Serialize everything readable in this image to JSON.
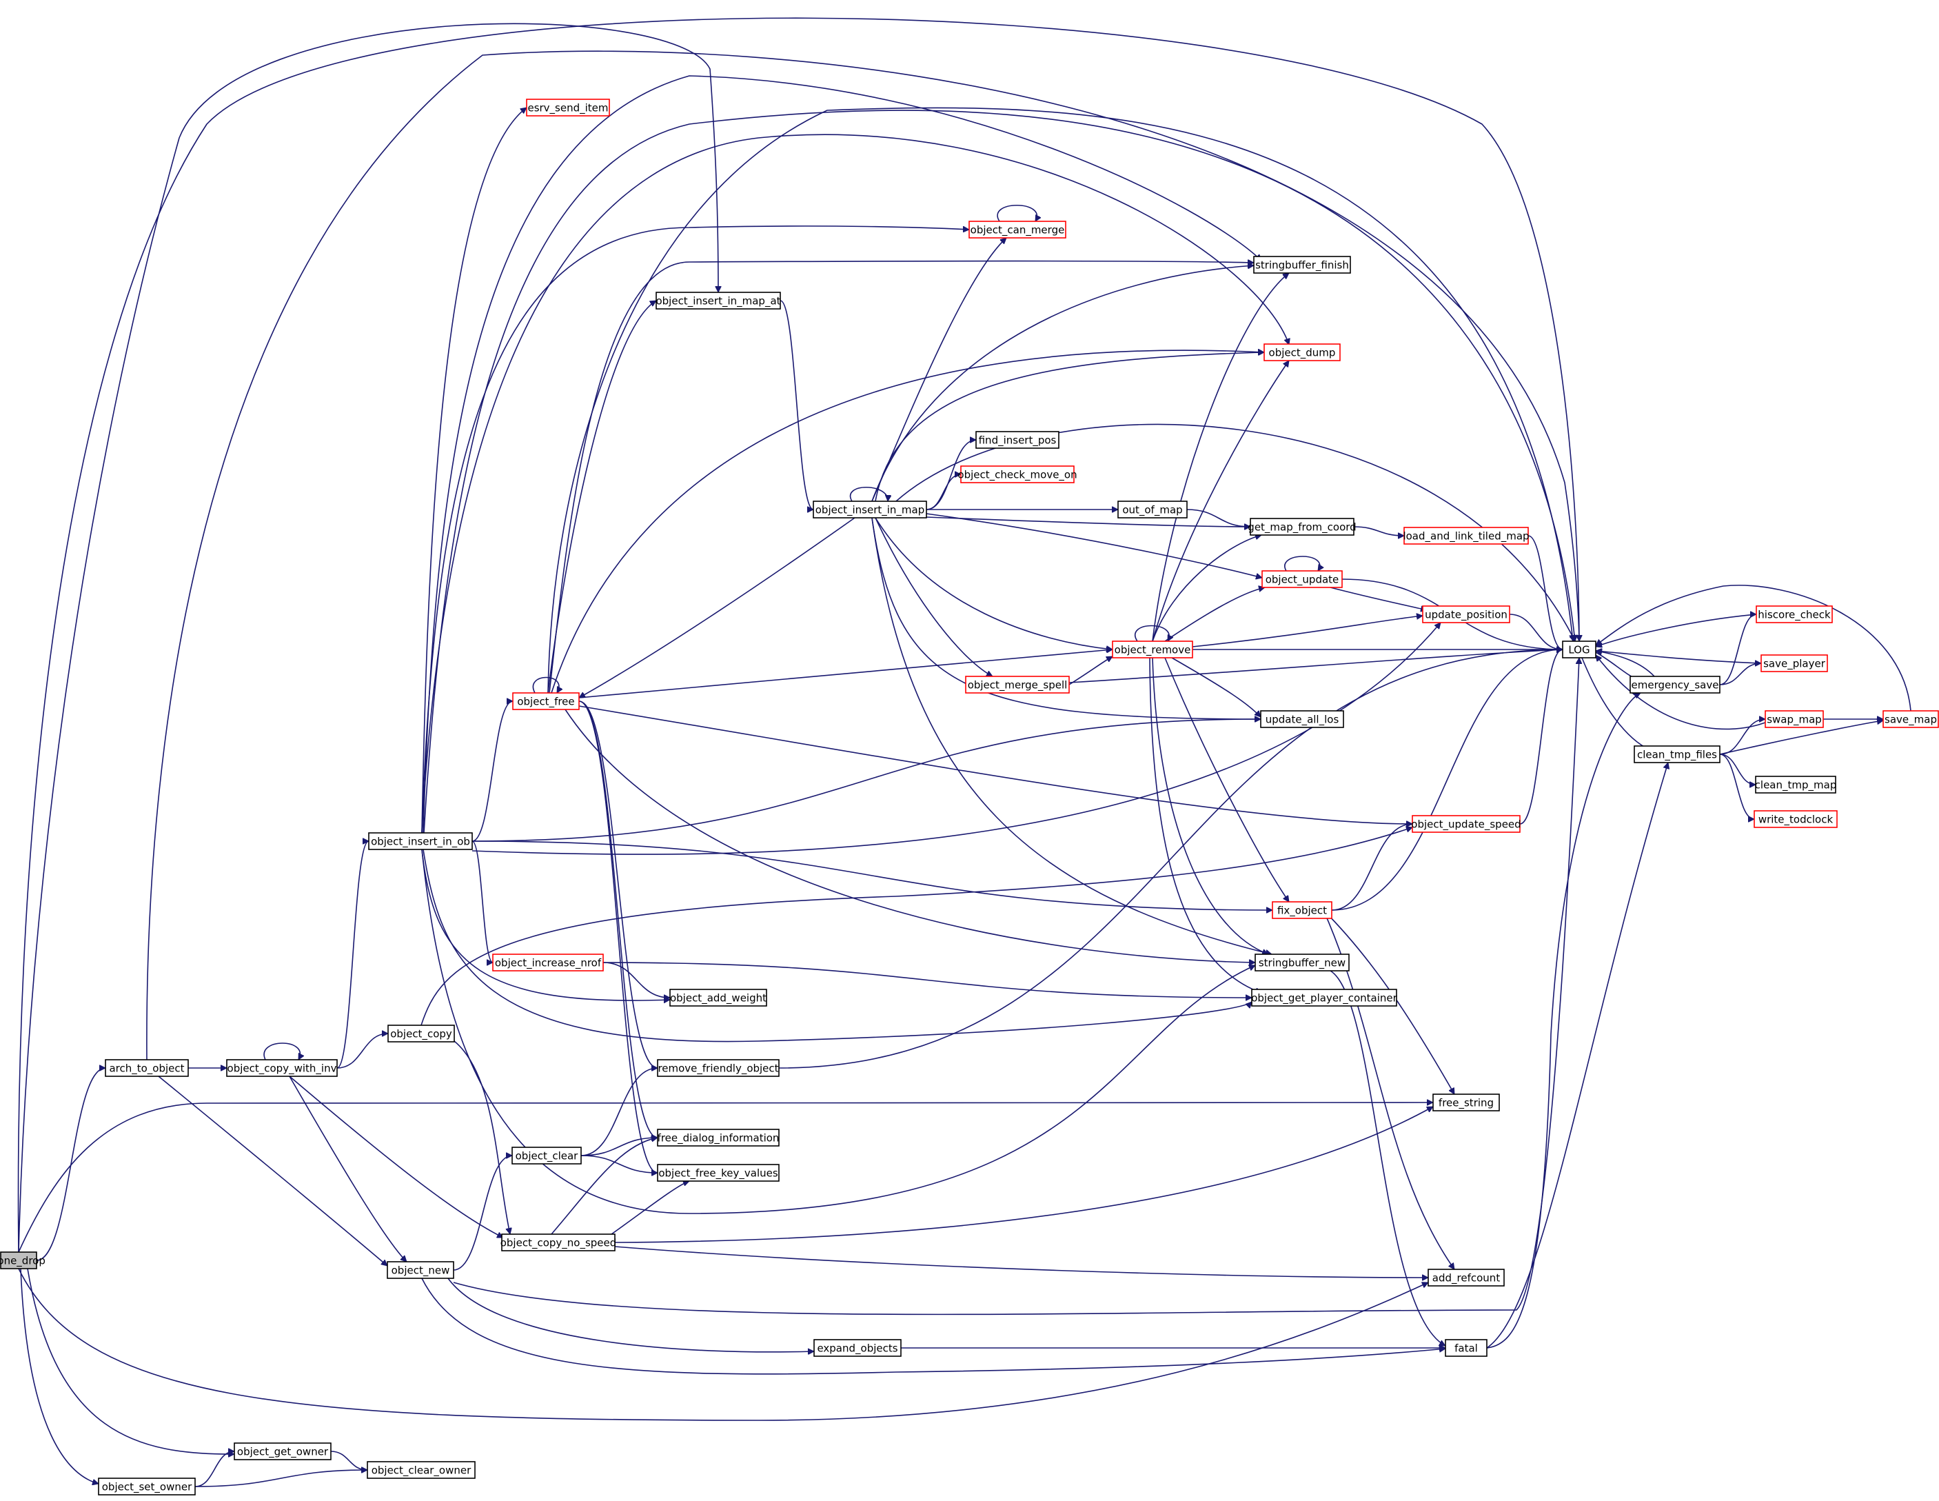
{
  "graph": {
    "colors": {
      "edge": "#191970",
      "node_border": "#000000",
      "truncated_node_border": "#ff0000",
      "root_fill": "#bfbfbf"
    },
    "nodes": [
      {
        "id": "cone_drop",
        "label": "cone_drop",
        "root": true
      },
      {
        "id": "arch_to_object",
        "label": "arch_to_object"
      },
      {
        "id": "object_copy_with_inv",
        "label": "object_copy_with_inv"
      },
      {
        "id": "object_copy",
        "label": "object_copy"
      },
      {
        "id": "object_insert_in_ob",
        "label": "object_insert_in_ob"
      },
      {
        "id": "object_new",
        "label": "object_new"
      },
      {
        "id": "object_get_owner",
        "label": "object_get_owner"
      },
      {
        "id": "object_set_owner",
        "label": "object_set_owner"
      },
      {
        "id": "object_clear_owner",
        "label": "object_clear_owner"
      },
      {
        "id": "esrv_send_item",
        "label": "esrv_send_item",
        "truncated": true
      },
      {
        "id": "object_insert_in_map_at",
        "label": "object_insert_in_map_at"
      },
      {
        "id": "object_free",
        "label": "object_free",
        "truncated": true
      },
      {
        "id": "object_increase_nrof",
        "label": "object_increase_nrof",
        "truncated": true
      },
      {
        "id": "object_add_weight",
        "label": "object_add_weight"
      },
      {
        "id": "remove_friendly_object",
        "label": "remove_friendly_object"
      },
      {
        "id": "object_clear",
        "label": "object_clear"
      },
      {
        "id": "free_dialog_information",
        "label": "free_dialog_information"
      },
      {
        "id": "object_free_key_values",
        "label": "object_free_key_values"
      },
      {
        "id": "object_copy_no_speed",
        "label": "object_copy_no_speed"
      },
      {
        "id": "expand_objects",
        "label": "expand_objects"
      },
      {
        "id": "object_insert_in_map",
        "label": "object_insert_in_map"
      },
      {
        "id": "object_can_merge",
        "label": "object_can_merge",
        "truncated": true
      },
      {
        "id": "stringbuffer_finish",
        "label": "stringbuffer_finish"
      },
      {
        "id": "object_dump",
        "label": "object_dump",
        "truncated": true
      },
      {
        "id": "find_insert_pos",
        "label": "find_insert_pos"
      },
      {
        "id": "object_check_move_on",
        "label": "object_check_move_on",
        "truncated": true
      },
      {
        "id": "out_of_map",
        "label": "out_of_map"
      },
      {
        "id": "get_map_from_coord",
        "label": "get_map_from_coord"
      },
      {
        "id": "load_and_link_tiled_map",
        "label": "load_and_link_tiled_map",
        "truncated": true
      },
      {
        "id": "object_update",
        "label": "object_update",
        "truncated": true
      },
      {
        "id": "update_position",
        "label": "update_position",
        "truncated": true
      },
      {
        "id": "object_remove",
        "label": "object_remove",
        "truncated": true
      },
      {
        "id": "object_merge_spell",
        "label": "object_merge_spell",
        "truncated": true
      },
      {
        "id": "update_all_los",
        "label": "update_all_los"
      },
      {
        "id": "object_update_speed",
        "label": "object_update_speed",
        "truncated": true
      },
      {
        "id": "fix_object",
        "label": "fix_object",
        "truncated": true
      },
      {
        "id": "stringbuffer_new",
        "label": "stringbuffer_new"
      },
      {
        "id": "object_get_player_container",
        "label": "object_get_player_container"
      },
      {
        "id": "free_string",
        "label": "free_string"
      },
      {
        "id": "add_refcount",
        "label": "add_refcount"
      },
      {
        "id": "fatal",
        "label": "fatal"
      },
      {
        "id": "LOG",
        "label": "LOG"
      },
      {
        "id": "emergency_save",
        "label": "emergency_save"
      },
      {
        "id": "clean_tmp_files",
        "label": "clean_tmp_files"
      },
      {
        "id": "hiscore_check",
        "label": "hiscore_check",
        "truncated": true
      },
      {
        "id": "save_player",
        "label": "save_player",
        "truncated": true
      },
      {
        "id": "swap_map",
        "label": "swap_map",
        "truncated": true
      },
      {
        "id": "save_map",
        "label": "save_map",
        "truncated": true
      },
      {
        "id": "clean_tmp_map",
        "label": "clean_tmp_map"
      },
      {
        "id": "write_todclock",
        "label": "write_todclock",
        "truncated": true
      }
    ],
    "edges": [
      [
        "cone_drop",
        "arch_to_object"
      ],
      [
        "cone_drop",
        "LOG"
      ],
      [
        "cone_drop",
        "object_insert_in_map_at"
      ],
      [
        "cone_drop",
        "free_string"
      ],
      [
        "cone_drop",
        "add_refcount"
      ],
      [
        "cone_drop",
        "object_get_owner"
      ],
      [
        "cone_drop",
        "object_set_owner"
      ],
      [
        "arch_to_object",
        "object_copy_with_inv"
      ],
      [
        "arch_to_object",
        "object_new"
      ],
      [
        "arch_to_object",
        "LOG"
      ],
      [
        "object_copy_with_inv",
        "object_copy_with_inv"
      ],
      [
        "object_copy_with_inv",
        "object_insert_in_ob"
      ],
      [
        "object_copy_with_inv",
        "object_copy"
      ],
      [
        "object_copy_with_inv",
        "object_new"
      ],
      [
        "object_copy_with_inv",
        "object_copy_no_speed"
      ],
      [
        "object_copy",
        "object_update_speed"
      ],
      [
        "object_copy",
        "object_copy_no_speed"
      ],
      [
        "object_insert_in_ob",
        "esrv_send_item"
      ],
      [
        "object_insert_in_ob",
        "LOG"
      ],
      [
        "object_insert_in_ob",
        "stringbuffer_finish"
      ],
      [
        "object_insert_in_ob",
        "object_can_merge"
      ],
      [
        "object_insert_in_ob",
        "object_dump"
      ],
      [
        "object_insert_in_ob",
        "object_free"
      ],
      [
        "object_insert_in_ob",
        "update_all_los"
      ],
      [
        "object_insert_in_ob",
        "update_position"
      ],
      [
        "object_insert_in_ob",
        "fix_object"
      ],
      [
        "object_insert_in_ob",
        "object_increase_nrof"
      ],
      [
        "object_insert_in_ob",
        "object_add_weight"
      ],
      [
        "object_insert_in_ob",
        "object_get_player_container"
      ],
      [
        "object_insert_in_ob",
        "stringbuffer_new"
      ],
      [
        "object_new",
        "object_clear"
      ],
      [
        "object_new",
        "LOG"
      ],
      [
        "object_new",
        "expand_objects"
      ],
      [
        "object_new",
        "fatal"
      ],
      [
        "object_get_owner",
        "object_clear_owner"
      ],
      [
        "object_set_owner",
        "object_get_owner"
      ],
      [
        "object_set_owner",
        "object_clear_owner"
      ],
      [
        "object_insert_in_map_at",
        "object_insert_in_map"
      ],
      [
        "object_free",
        "object_free"
      ],
      [
        "object_free",
        "LOG"
      ],
      [
        "object_free",
        "stringbuffer_finish"
      ],
      [
        "object_free",
        "object_insert_in_map_at"
      ],
      [
        "object_free",
        "object_dump"
      ],
      [
        "object_free",
        "object_remove"
      ],
      [
        "object_free",
        "object_update_speed"
      ],
      [
        "object_free",
        "stringbuffer_new"
      ],
      [
        "object_free",
        "remove_friendly_object"
      ],
      [
        "object_free",
        "free_dialog_information"
      ],
      [
        "object_free",
        "object_free_key_values"
      ],
      [
        "object_increase_nrof",
        "object_add_weight"
      ],
      [
        "object_increase_nrof",
        "object_get_player_container"
      ],
      [
        "remove_friendly_object",
        "LOG"
      ],
      [
        "object_clear",
        "remove_friendly_object"
      ],
      [
        "object_clear",
        "free_dialog_information"
      ],
      [
        "object_clear",
        "object_free_key_values"
      ],
      [
        "object_copy_no_speed",
        "free_dialog_information"
      ],
      [
        "object_copy_no_speed",
        "object_free_key_values"
      ],
      [
        "object_copy_no_speed",
        "free_string"
      ],
      [
        "object_copy_no_speed",
        "add_refcount"
      ],
      [
        "expand_objects",
        "fatal"
      ],
      [
        "object_insert_in_map",
        "object_insert_in_map"
      ],
      [
        "object_insert_in_map",
        "object_can_merge"
      ],
      [
        "object_insert_in_map",
        "stringbuffer_finish"
      ],
      [
        "object_insert_in_map",
        "object_dump"
      ],
      [
        "object_insert_in_map",
        "LOG"
      ],
      [
        "object_insert_in_map",
        "find_insert_pos"
      ],
      [
        "object_insert_in_map",
        "object_check_move_on"
      ],
      [
        "object_insert_in_map",
        "out_of_map"
      ],
      [
        "object_insert_in_map",
        "get_map_from_coord"
      ],
      [
        "object_insert_in_map",
        "object_update"
      ],
      [
        "object_insert_in_map",
        "object_remove"
      ],
      [
        "object_insert_in_map",
        "object_merge_spell"
      ],
      [
        "object_insert_in_map",
        "update_all_los"
      ],
      [
        "object_insert_in_map",
        "stringbuffer_new"
      ],
      [
        "object_insert_in_map",
        "object_free"
      ],
      [
        "object_can_merge",
        "object_can_merge"
      ],
      [
        "out_of_map",
        "get_map_from_coord"
      ],
      [
        "get_map_from_coord",
        "load_and_link_tiled_map"
      ],
      [
        "load_and_link_tiled_map",
        "LOG"
      ],
      [
        "object_update",
        "object_update"
      ],
      [
        "object_update",
        "LOG"
      ],
      [
        "object_update",
        "update_position"
      ],
      [
        "update_position",
        "LOG"
      ],
      [
        "object_remove",
        "object_remove"
      ],
      [
        "object_remove",
        "stringbuffer_finish"
      ],
      [
        "object_remove",
        "object_dump"
      ],
      [
        "object_remove",
        "get_map_from_coord"
      ],
      [
        "object_remove",
        "object_update"
      ],
      [
        "object_remove",
        "update_position"
      ],
      [
        "object_remove",
        "LOG"
      ],
      [
        "object_remove",
        "update_all_los"
      ],
      [
        "object_remove",
        "fix_object"
      ],
      [
        "object_remove",
        "stringbuffer_new"
      ],
      [
        "object_remove",
        "object_get_player_container"
      ],
      [
        "object_merge_spell",
        "object_remove"
      ],
      [
        "object_merge_spell",
        "LOG"
      ],
      [
        "object_update_speed",
        "LOG"
      ],
      [
        "fix_object",
        "object_update_speed"
      ],
      [
        "fix_object",
        "LOG"
      ],
      [
        "fix_object",
        "free_string"
      ],
      [
        "fix_object",
        "add_refcount"
      ],
      [
        "stringbuffer_new",
        "fatal"
      ],
      [
        "fatal",
        "emergency_save"
      ],
      [
        "fatal",
        "clean_tmp_files"
      ],
      [
        "LOG",
        "emergency_save"
      ],
      [
        "LOG",
        "clean_tmp_files"
      ],
      [
        "emergency_save",
        "LOG"
      ],
      [
        "emergency_save",
        "hiscore_check"
      ],
      [
        "emergency_save",
        "save_player"
      ],
      [
        "hiscore_check",
        "LOG"
      ],
      [
        "save_player",
        "LOG"
      ],
      [
        "swap_map",
        "LOG"
      ],
      [
        "swap_map",
        "save_map"
      ],
      [
        "save_map",
        "LOG"
      ],
      [
        "clean_tmp_files",
        "swap_map"
      ],
      [
        "clean_tmp_files",
        "save_map"
      ],
      [
        "clean_tmp_files",
        "clean_tmp_map"
      ],
      [
        "clean_tmp_files",
        "write_todclock"
      ]
    ]
  }
}
